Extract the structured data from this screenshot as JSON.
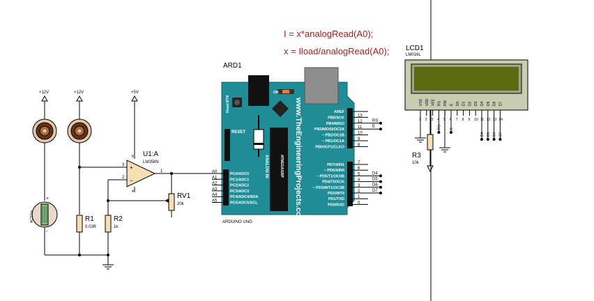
{
  "annotations": {
    "line1": "I = x*analogRead(A0);",
    "line2": "x = Iload/analogRead(A0);"
  },
  "supplies": {
    "v12a": "+12V",
    "v12b": "+12V",
    "v5": "+5V"
  },
  "sensor": {
    "label": "ACS7xx",
    "pin_plus": "+",
    "pin_minus": "-"
  },
  "resistors": {
    "r1": {
      "ref": "R1",
      "value": "0.03R"
    },
    "r2": {
      "ref": "R2",
      "value": "1k"
    },
    "r3": {
      "ref": "R3",
      "value": "10k"
    },
    "rv1": {
      "ref": "RV1",
      "value": "20k"
    }
  },
  "opamp": {
    "ref": "U1:A",
    "part": "LM358N",
    "pin_in_plus": "3",
    "pin_in_minus": "2",
    "pin_out": "1",
    "pin_vcc": "8",
    "pin_gnd": "4"
  },
  "arduino": {
    "ref": "ARD1",
    "name": "ARDUINO UNO",
    "website": "www.TheEngineeringProjects.com",
    "reset": "Reset BTN",
    "reset_pin": "RESET",
    "analog_in": "ANALOG IN",
    "chip": "ATMEGA328P",
    "on_led": "ON",
    "left_nets": [
      "A0",
      "A1",
      "A2",
      "A3",
      "A4",
      "A5"
    ],
    "left_pins": [
      "PC0/ADC0",
      "PC1/ADC1",
      "PC2/ADC2",
      "PC3/ADC3",
      "PC4/ADC4/SDA",
      "PC5/ADC5/SCL"
    ],
    "right_top": [
      "AREF",
      "PB5/SCK",
      "PB4/MISO",
      "PB3/MOSI/OC2A",
      "~ PB2/OC1B",
      "~ PB1/OC1A",
      "PB0/ICP1/CLKO"
    ],
    "right_top_nums": [
      "",
      "13",
      "12",
      "11",
      "10",
      "9",
      "8"
    ],
    "right_bottom": [
      "PD7/AIN1",
      "~ PD6/AIN0",
      "~ PD5/T1/OC0B",
      "PD4/T0/XCK",
      "~ PD3/INT1/OC2B",
      "PD2/INT0",
      "PD1/TXD",
      "PD0/RXD"
    ],
    "right_bottom_nums": [
      "7",
      "6",
      "5",
      "4",
      "3",
      "2",
      "1",
      "0"
    ],
    "nets_right": [
      "RS",
      "E",
      "D4",
      "D5",
      "D6",
      "D7"
    ]
  },
  "lcd": {
    "ref": "LCD1",
    "part": "LM016L",
    "pins": [
      "VSS",
      "VDD",
      "VEE",
      "RS",
      "RW",
      "E",
      "D0",
      "D1",
      "D2",
      "D3",
      "D4",
      "D5",
      "D6",
      "D7"
    ],
    "pin_nums": [
      "1",
      "2",
      "3",
      "4",
      "5",
      "6",
      "7",
      "8",
      "9",
      "10",
      "11",
      "12",
      "13",
      "14"
    ],
    "nets": [
      "RS",
      "E",
      "D4",
      "D5",
      "D6",
      "D7"
    ]
  },
  "colors": {
    "wire": "#000000",
    "board": "#1f8c96",
    "lcd_screen": "#5c6b12",
    "component_fill": "#f5deb3",
    "accent_red": "#a52020"
  }
}
